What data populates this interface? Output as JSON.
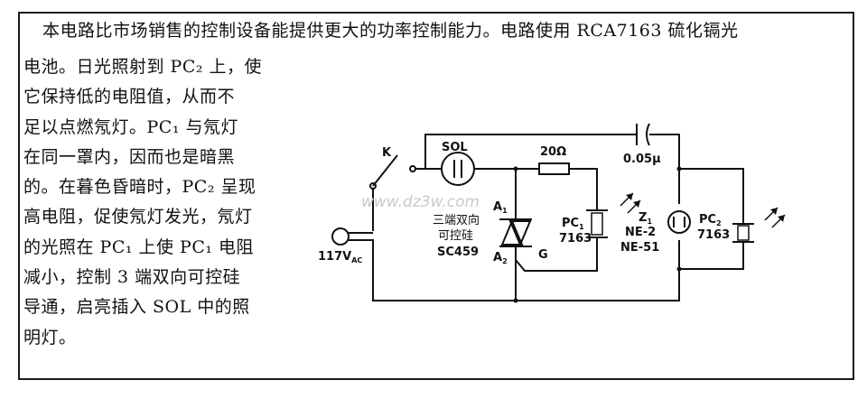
{
  "description": {
    "first_line": "本电路比市场销售的控制设备能提供更大的功率控制能力。电路使用 RCA7163 硫化镉光",
    "lines": [
      "电池。日光照射到 PC₂ 上，使",
      "它保持低的电阻值，从而不",
      "足以点燃氖灯。PC₁ 与氖灯",
      "在同一罩内，因而也是暗黑",
      "的。在暮色昏暗时，PC₂ 呈现",
      "高电阻，促使氖灯发光，氖灯",
      "的光照在 PC₁ 上使 PC₁ 电阻",
      "减小，控制 3 端双向可控硅",
      "导通，启亮插入 SOL 中的照",
      "明灯。"
    ]
  },
  "circuit": {
    "switch_label": "K",
    "socket_label": "SOL",
    "resistor_label": "20Ω",
    "capacitor_label": "0.05μ",
    "supply_label": "117V",
    "supply_sub": "AC",
    "triac_name_line1": "三端双向",
    "triac_name_line2": "可控硅",
    "triac_part": "SC459",
    "triac_a1": "A",
    "triac_a1_sub": "1",
    "triac_a2": "A",
    "triac_a2_sub": "2",
    "triac_gate": "G",
    "pc1_label": "PC",
    "pc1_sub": "1",
    "pc1_part": "7163",
    "neon_label": "Z",
    "neon_sub": "1",
    "neon_part1": "NE-2",
    "neon_part2": "NE-51",
    "pc2_label": "PC",
    "pc2_sub": "2",
    "pc2_part": "7163"
  },
  "watermark": "www.dz3w.com"
}
